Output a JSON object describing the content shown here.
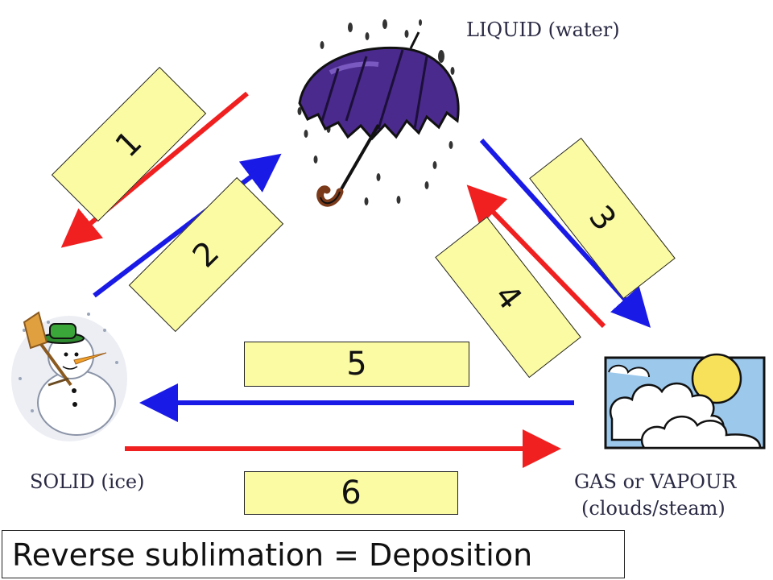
{
  "states": {
    "liquid": "LIQUID (water)",
    "solid": "SOLID (ice)",
    "gas_line1": "GAS or VAPOUR",
    "gas_line2": "(clouds/steam)"
  },
  "boxes": [
    "1",
    "2",
    "3",
    "4",
    "5",
    "6"
  ],
  "caption": "Reverse sublimation = Deposition",
  "colors": {
    "cooling_arrow": "#1a1ae6",
    "heating_arrow": "#f02020",
    "box_fill": "#fbfba4",
    "umbrella": "#4a2a8c",
    "sun": "#f7e05a",
    "sky": "#9cc8ec"
  },
  "icons": [
    "umbrella-rain-icon",
    "snowman-icon",
    "cloud-sun-icon"
  ]
}
